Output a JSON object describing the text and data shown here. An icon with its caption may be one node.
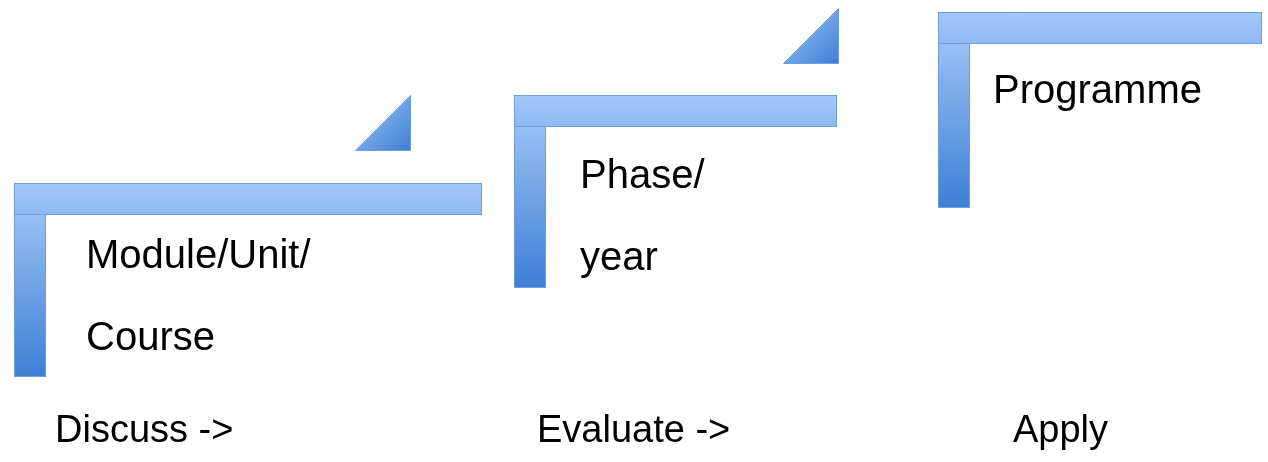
{
  "diagram": {
    "nodes": [
      {
        "text": [
          "Module/Unit/ Course"
        ]
      },
      {
        "text": [
          "Phase/ year"
        ]
      },
      {
        "text": [
          "Programme"
        ]
      }
    ],
    "labels": [
      "Discuss ->",
      "Evaluate ->",
      "Apply"
    ]
  }
}
